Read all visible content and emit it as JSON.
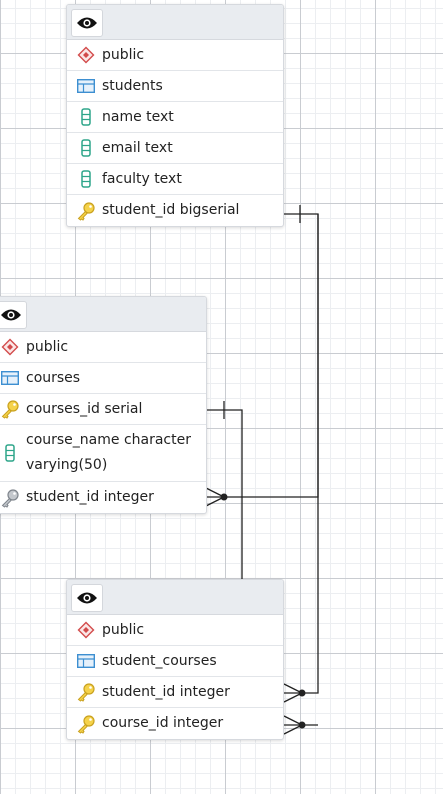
{
  "tables": [
    {
      "id": "students",
      "schema": "public",
      "name": "students",
      "columns": [
        {
          "label": "name text",
          "kind": "column"
        },
        {
          "label": "email text",
          "kind": "column"
        },
        {
          "label": "faculty text",
          "kind": "column"
        },
        {
          "label": "student_id bigserial",
          "kind": "primary-key"
        }
      ]
    },
    {
      "id": "courses",
      "schema": "public",
      "name": "courses",
      "columns": [
        {
          "label": "courses_id serial",
          "kind": "primary-key"
        },
        {
          "label": "course_name character varying(50)",
          "kind": "column"
        },
        {
          "label": "student_id integer",
          "kind": "foreign-key"
        }
      ]
    },
    {
      "id": "student_courses",
      "schema": "public",
      "name": "student_courses",
      "columns": [
        {
          "label": "student_id integer",
          "kind": "primary-key"
        },
        {
          "label": "course_id integer",
          "kind": "primary-key"
        }
      ]
    }
  ],
  "colors": {
    "schema_icon": "#d24b4b",
    "table_icon": "#3d8fd1",
    "column_icon": "#2ea58a",
    "primary_key_icon": "#e0b82b",
    "foreign_key_icon": "#8a8f96",
    "link_line": "#222222"
  }
}
